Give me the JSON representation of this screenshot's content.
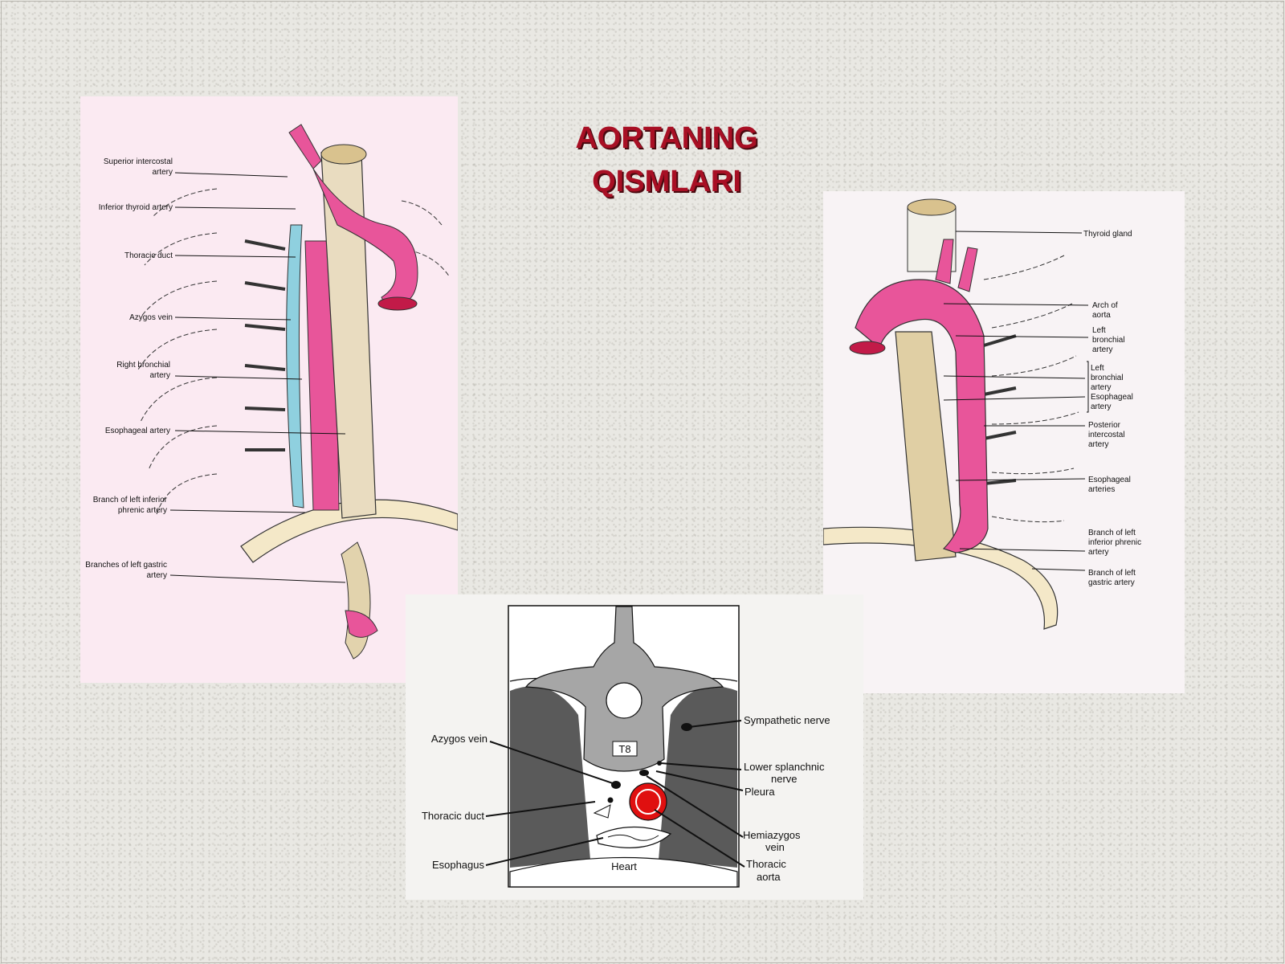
{
  "slide": {
    "title_line1": "AORTANING",
    "title_line2": "QISMLARI"
  },
  "left_figure": {
    "labels": [
      "Superior intercostal",
      "artery",
      "Inferior thyroid artery",
      "Thoracic duct",
      "Azygos vein",
      "Right bronchial",
      "artery",
      "Esophageal artery",
      "Branch of left inferior",
      "phrenic artery",
      "Branches of left gastric",
      "artery"
    ]
  },
  "right_figure": {
    "labels": [
      "Thyroid  gland",
      "Arch of",
      "aorta",
      "Left",
      "bronchial",
      "artery",
      "Left",
      "bronchial",
      "artery",
      "Esophageal",
      "artery",
      "Posterior",
      "intercostal",
      "artery",
      "Esophageal",
      "arteries",
      "Branch of left",
      "inferior phrenic",
      "artery",
      "Branch of left",
      "gastric artery"
    ]
  },
  "cross_section": {
    "vertebra": "T8",
    "labels": [
      "Azygos vein",
      "Thoracic duct",
      "Esophagus",
      "Sympathetic nerve",
      "Lower splanchnic",
      "nerve",
      "Pleura",
      "Hemiazygos",
      "vein",
      "Thoracic",
      "aorta",
      "Heart"
    ]
  },
  "colors": {
    "title": "#a80f24",
    "aorta": "#e8559a",
    "vein": "#7ec8d8",
    "esophagus": "#d8c59a",
    "section_red": "#e01010"
  }
}
